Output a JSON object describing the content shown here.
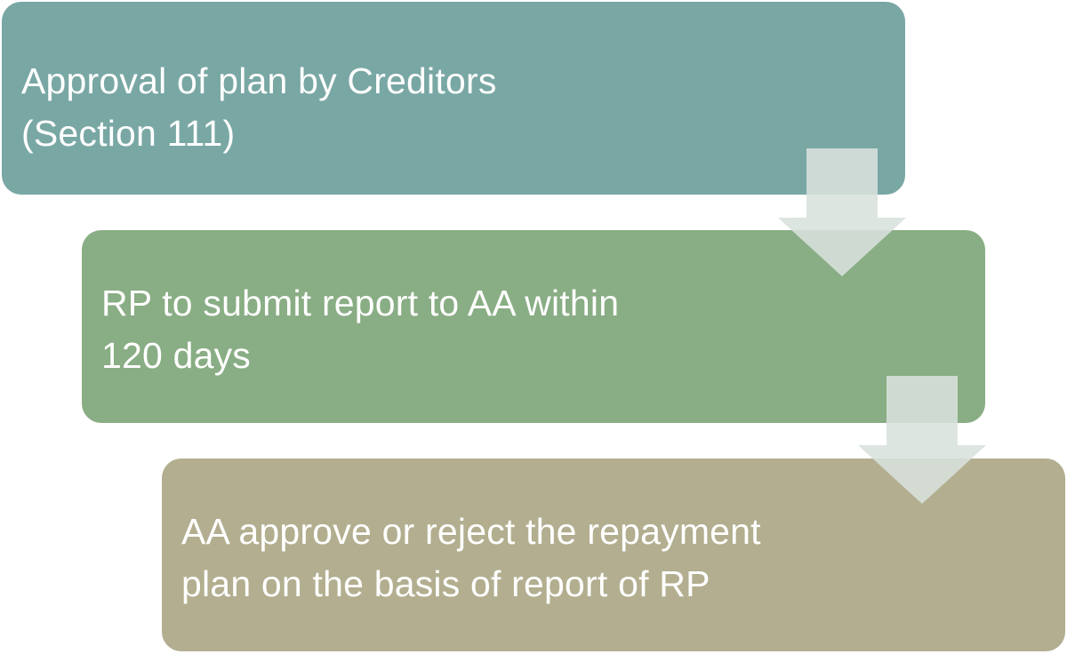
{
  "diagram": {
    "steps": [
      {
        "line1": "Approval of plan by Creditors",
        "line2": "(Section 111)",
        "color": "#79a7a4"
      },
      {
        "line1": "RP to submit report to AA within",
        "line2": "120 days",
        "color": "#89ad84"
      },
      {
        "line1": "AA approve or reject the repayment",
        "line2": "plan on the basis of report of RP",
        "color": "#b2ae8f"
      }
    ],
    "arrow_color": "#d8e1dd"
  }
}
